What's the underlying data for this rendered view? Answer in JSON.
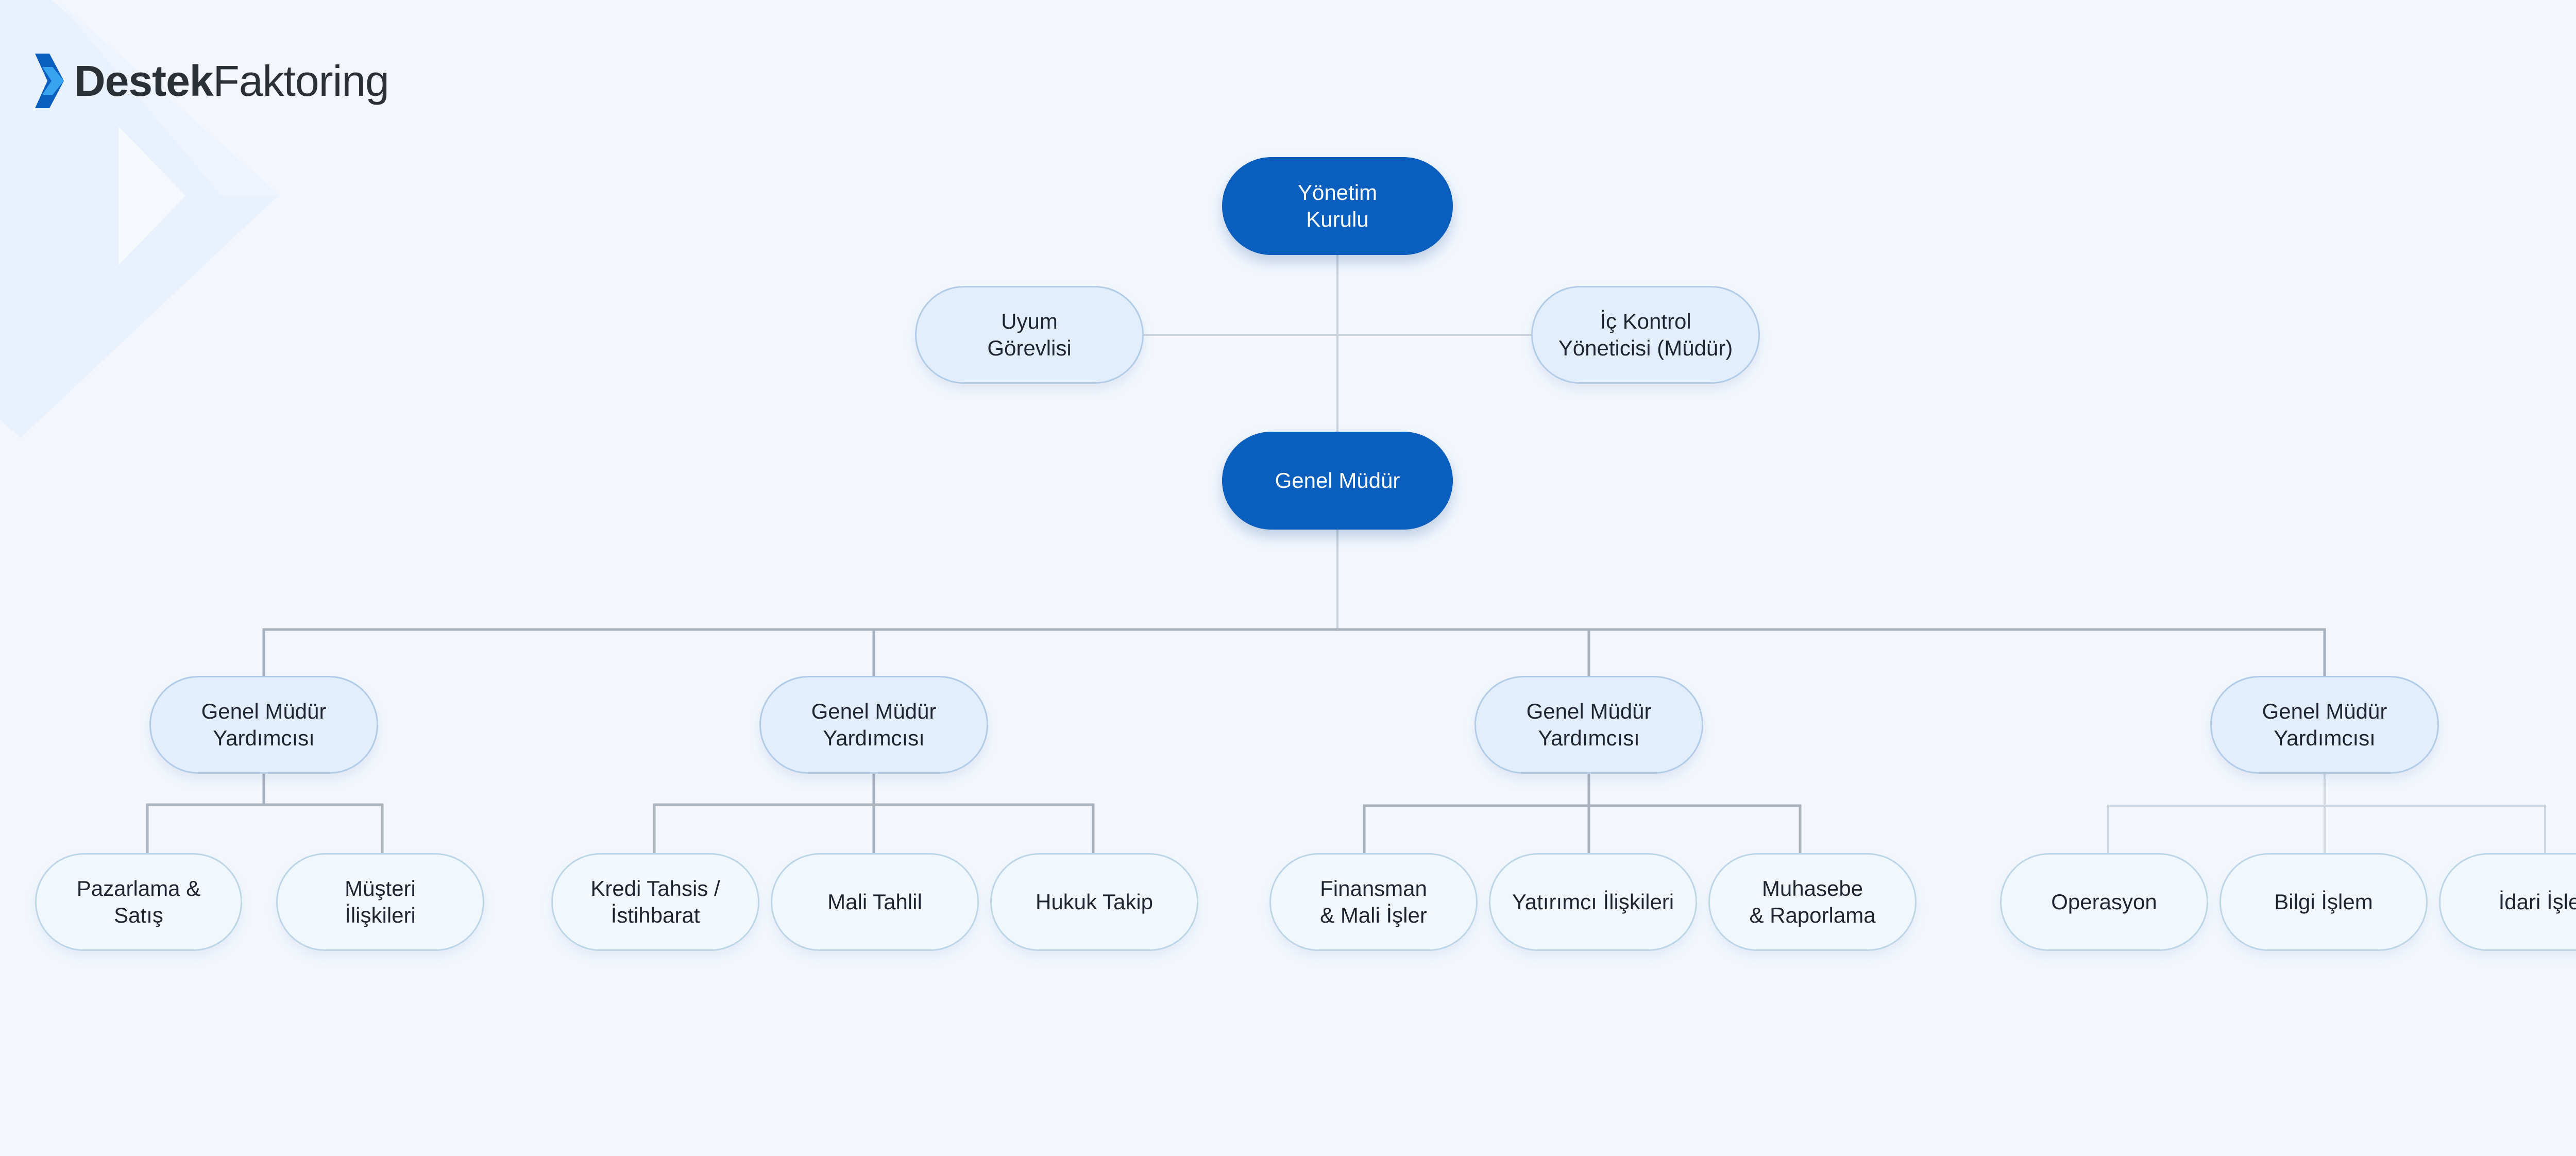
{
  "logo": {
    "bold": "Destek",
    "regular": "Faktoring",
    "colors": {
      "chevron_dark": "#0a5ebd",
      "chevron_light": "#38a3ee",
      "text": "#2b2f36"
    }
  },
  "colors": {
    "primary_fill": "#0a5ebd",
    "secondary_fill": "#e2eefc",
    "tertiary_fill": "#f1f8fd",
    "connector": "#a9b1bd",
    "background": "#f3f7fd"
  },
  "org": {
    "board": "Yönetim\nKurulu",
    "compliance": "Uyum\nGörevlisi",
    "internal_control": "İç Kontrol\nYöneticisi (Müdür)",
    "ceo": "Genel Müdür",
    "deputies": [
      {
        "title": "Genel Müdür\nYardımcısı",
        "units": [
          "Pazarlama &\nSatış",
          "Müşteri\nİlişkileri"
        ]
      },
      {
        "title": "Genel Müdür\nYardımcısı",
        "units": [
          "Kredi Tahsis /\nİstihbarat",
          "Mali Tahlil",
          "Hukuk Takip"
        ]
      },
      {
        "title": "Genel Müdür\nYardımcısı",
        "units": [
          "Finansman\n& Mali İşler",
          "Yatırımcı İlişkileri",
          "Muhasebe\n& Raporlama"
        ]
      },
      {
        "title": "Genel Müdür\nYardımcısı",
        "units": [
          "Operasyon",
          "Bilgi İşlem",
          "İdari İşler"
        ]
      }
    ]
  }
}
